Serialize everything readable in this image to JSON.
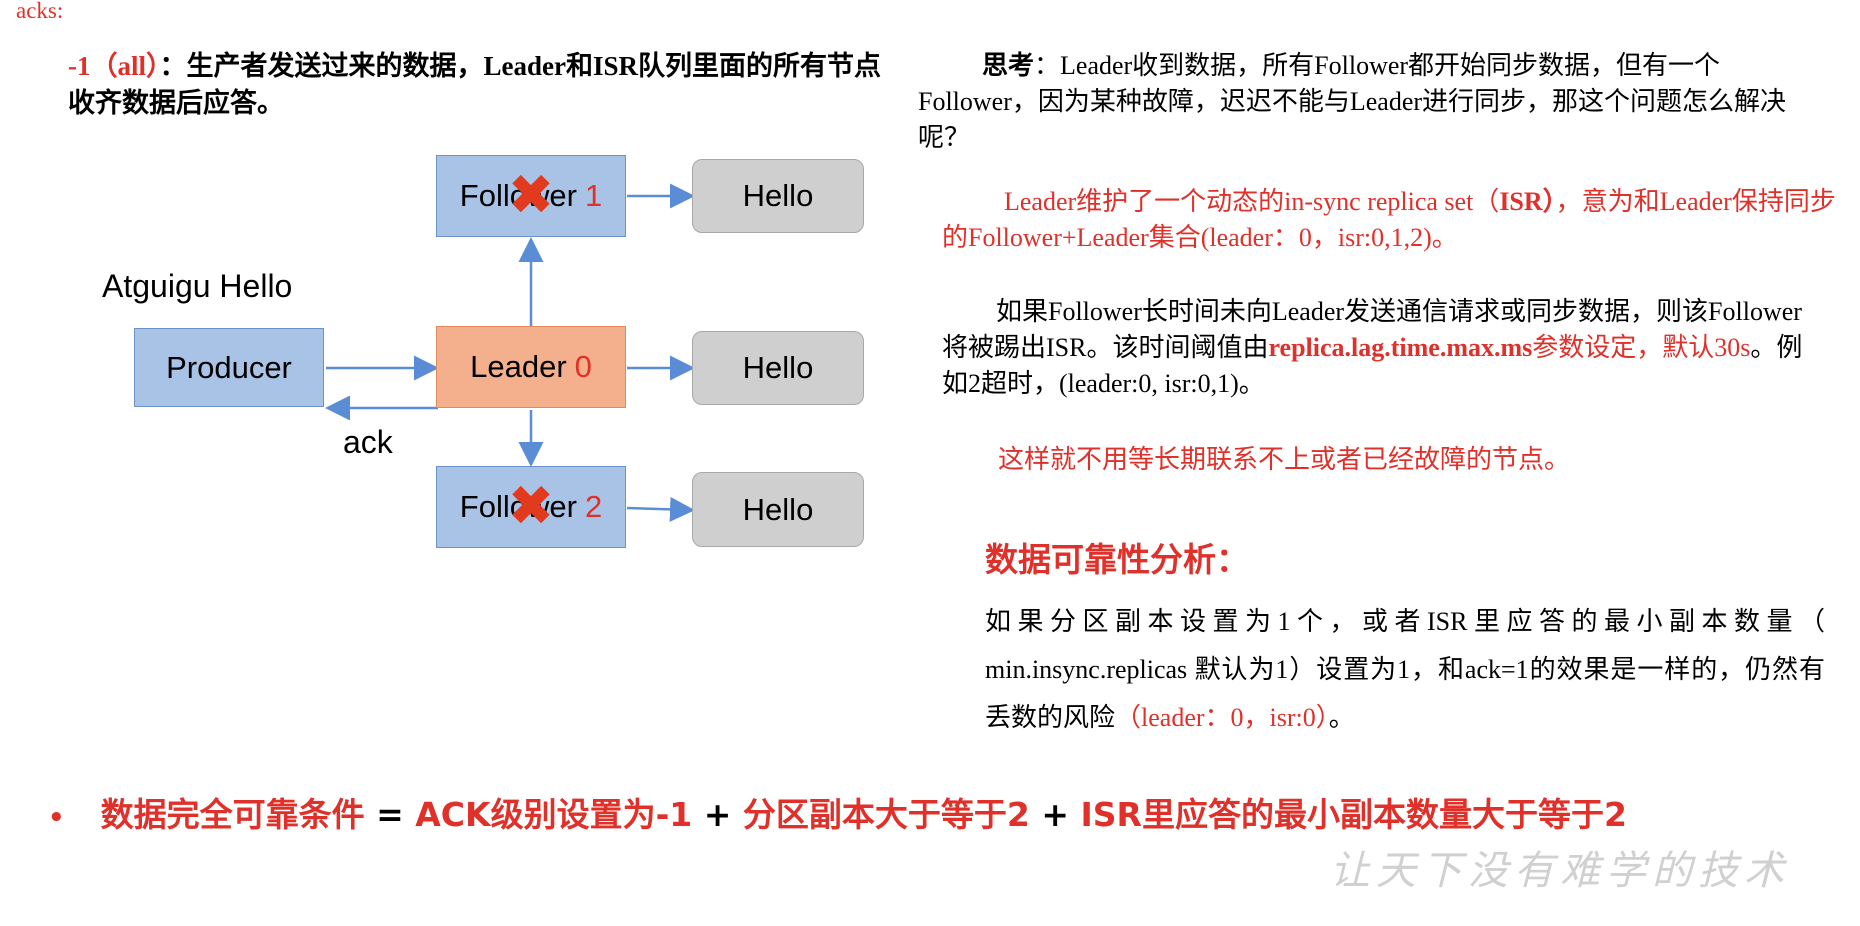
{
  "header": {
    "label": "acks:"
  },
  "left": {
    "title_red": "-1（all）",
    "title_rest": "：生产者发送过来的数据，Leader和ISR队列里面的所有节点收齐数据后应答。"
  },
  "diagram": {
    "caption": "Atguigu Hello",
    "producer": "Producer",
    "leader": {
      "label": "Leader",
      "num": "0"
    },
    "follower1": {
      "label": "Follower",
      "num": "1"
    },
    "follower2": {
      "label": "Follower",
      "num": "2"
    },
    "hello": "Hello",
    "ack": "ack",
    "colors": {
      "box_blue": "#a8c3e6",
      "box_orange": "#f4b08c",
      "box_gray": "#cfcfcf",
      "arrow": "#5b8dd6",
      "cross": "#e23a1f"
    }
  },
  "right": {
    "p1_bold": "思考",
    "p1_rest": "：Leader收到数据，所有Follower都开始同步数据，但有一个Follower，因为某种故障，迟迟不能与Leader进行同步，那这个问题怎么解决呢？",
    "p2_a": "Leader维护了一个动态的in-sync replica set（",
    "p2_bold": "ISR）",
    "p2_b": "，意为和Leader保持同步的Follower+Leader集合(leader：0，isr:0,1,2)。",
    "p3_a": "如果Follower长时间未向Leader发送通信请求或同步数据，则该Follower将被踢出ISR。该时间阈值由",
    "p3_bold": "replica.lag.time.max.ms",
    "p3_red": "参数设定，默认30s",
    "p3_b": "。例如2超时，(leader:0, isr:0,1)。",
    "p4": "这样就不用等长期联系不上或者已经故障的节点。",
    "section_title": "数据可靠性分析：",
    "p5_a": "如果分区副本设置为1个，或者ISR里应答的最小副本数量（ min.insync.replicas 默认为1）设置为1，和ack=1的效果是一样的，仍然有丢数的风险",
    "p5_red": "（leader：0，isr:0）",
    "p5_b": "。"
  },
  "bottom": {
    "bullet": "•",
    "part1": "数据完全可靠条件",
    "eq": " = ",
    "part2": "ACK级别设置为-1",
    "plus1": " + ",
    "part3": "分区副本大于等于2",
    "plus2": " + ",
    "part4": "ISR里应答的最小副本数量大于等于2"
  },
  "watermark": "让天下没有难学的技术"
}
